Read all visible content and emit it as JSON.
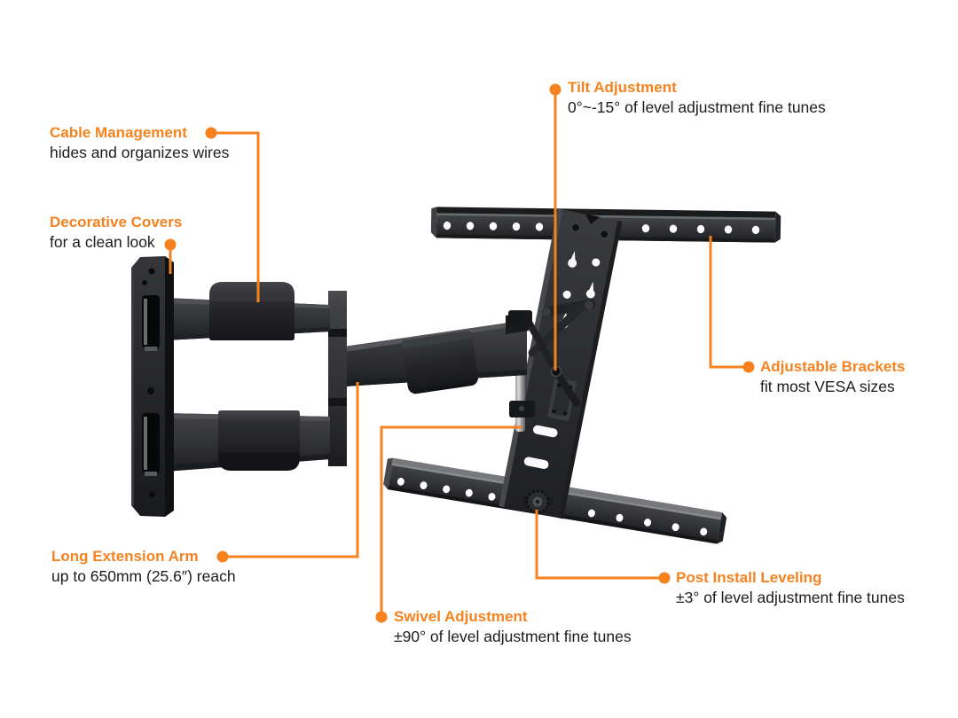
{
  "illustration": "full-motion-articulating-tv-wall-mount",
  "colors": {
    "accent": "#F5821E",
    "text": "#1c1c1c",
    "background": "#ffffff",
    "mount_metal": "#2c2d30"
  },
  "callouts": [
    {
      "id": "tilt-adjustment",
      "title": "Tilt Adjustment",
      "description": "0°~-15° of level adjustment fine tunes"
    },
    {
      "id": "cable-management",
      "title": "Cable Management",
      "description": "hides and organizes wires"
    },
    {
      "id": "decorative-covers",
      "title": "Decorative Covers",
      "description": "for a clean look"
    },
    {
      "id": "adjustable-brackets",
      "title": "Adjustable Brackets",
      "description": "fit most VESA sizes"
    },
    {
      "id": "long-extension-arm",
      "title": "Long Extension Arm",
      "description": "up to 650mm (25.6″) reach"
    },
    {
      "id": "post-install-leveling",
      "title": "Post Install Leveling",
      "description": "±3° of level adjustment fine tunes"
    },
    {
      "id": "swivel-adjustment",
      "title": "Swivel Adjustment",
      "description": "±90° of level adjustment fine tunes"
    }
  ]
}
